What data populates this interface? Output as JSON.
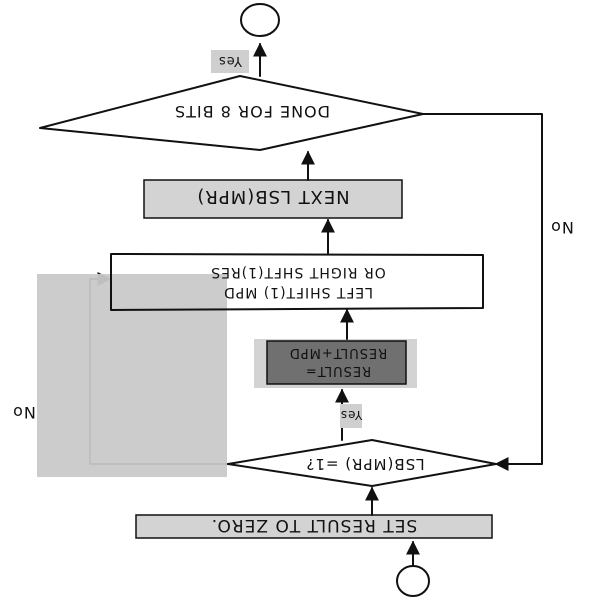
{
  "diagram": {
    "orientation": "rotated-180",
    "nodes": {
      "start": {
        "label": ""
      },
      "set_result": {
        "label": "SET RESULT TO ZERO."
      },
      "lsb_check": {
        "label": "LSB(MPR) =1?"
      },
      "add": {
        "line1": "RESULT=",
        "line2": "RESULT+MPD"
      },
      "shift": {
        "line1": "LEFT SHIFT(1) MPD",
        "line2": "OR RIGHT SHFT(1)RES"
      },
      "next": {
        "label": "NEXT LSB(MPR)"
      },
      "done_check": {
        "label": "DONE FOR 8 BITS"
      },
      "end": {
        "label": ""
      }
    },
    "edges": {
      "lsb_yes": {
        "label": "Yes"
      },
      "lsb_no": {
        "label": "No"
      },
      "done_yes": {
        "label": "Yes"
      },
      "done_no": {
        "label": "No"
      }
    },
    "colors": {
      "ink": "#111111",
      "box_fill": "#d3d3d3",
      "dark_box_fill": "#707070",
      "overlay_fill": "#c9c9c9",
      "label_highlight": "#cfcfcf"
    }
  }
}
